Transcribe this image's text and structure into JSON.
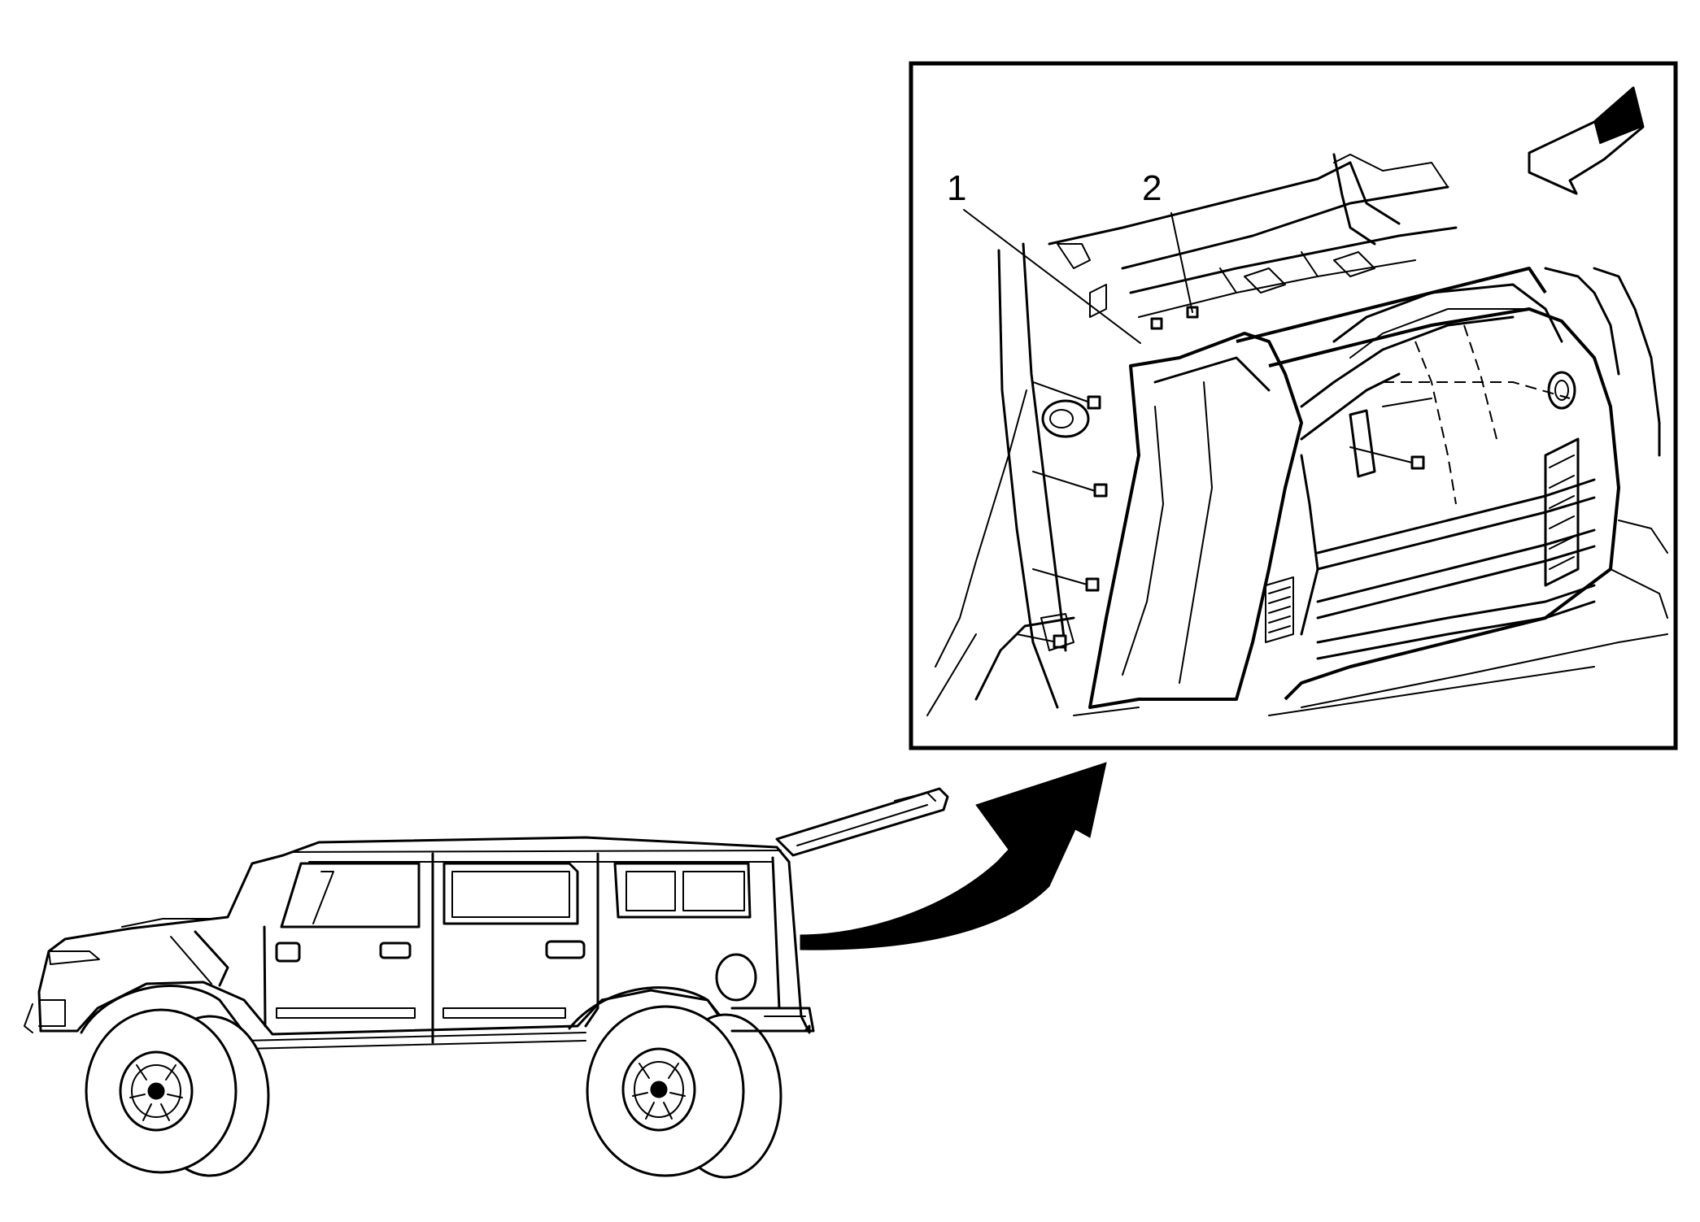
{
  "callouts": [
    {
      "number": "1"
    },
    {
      "number": "2"
    }
  ],
  "icons": {
    "vehicle": "suv-side-view-illustration",
    "detail": "rear-quarter-trim-panel-detail",
    "pointer_arrow": "curved-arrow",
    "view_direction_arrow": "view-direction-arrow"
  },
  "colors": {
    "line": "#000000",
    "background": "#ffffff"
  }
}
